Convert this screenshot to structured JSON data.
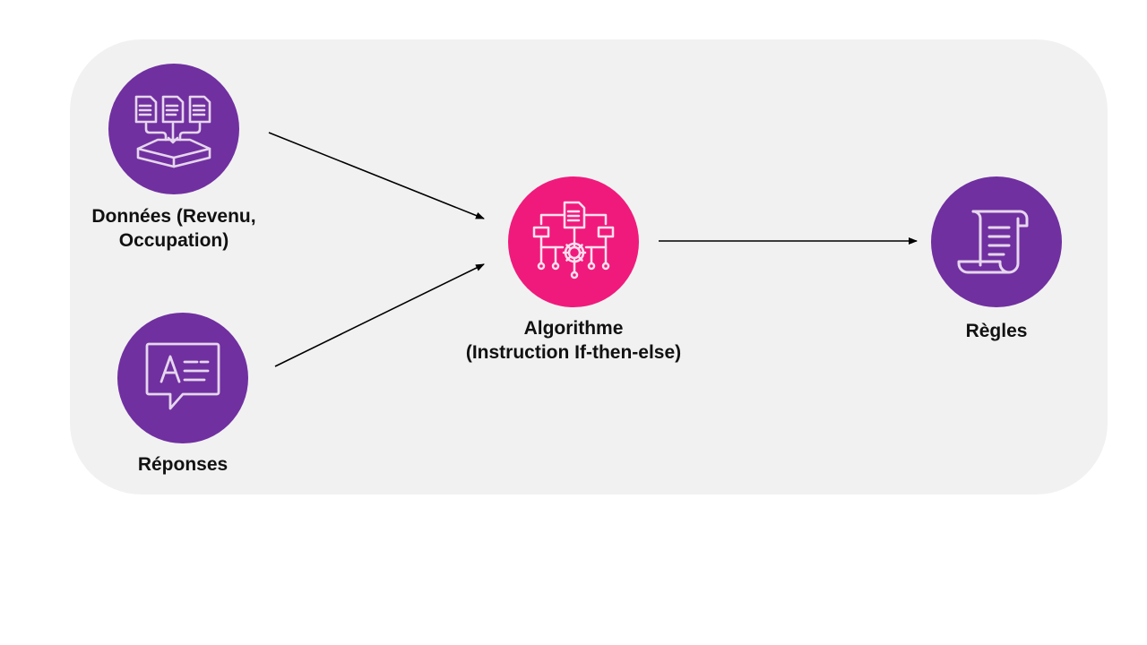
{
  "nodes": {
    "donnees": {
      "label": "Données (Revenu,\nOccupation)",
      "icon": "data-input-icon",
      "color": "#7030a0"
    },
    "reponses": {
      "label": "Réponses",
      "icon": "answer-bubble-icon",
      "color": "#7030a0"
    },
    "algorithme": {
      "label": "Algorithme\n(Instruction If-then-else)",
      "icon": "algorithm-flow-icon",
      "color": "#f01a7c"
    },
    "regles": {
      "label": "Règles",
      "icon": "scroll-icon",
      "color": "#7030a0"
    }
  },
  "edges": [
    {
      "from": "donnees",
      "to": "algorithme"
    },
    {
      "from": "reponses",
      "to": "algorithme"
    },
    {
      "from": "algorithme",
      "to": "regles"
    }
  ],
  "colors": {
    "panel": "#f2f1f2",
    "arrow": "#000000",
    "icon_stroke": "#e6d6ee"
  }
}
